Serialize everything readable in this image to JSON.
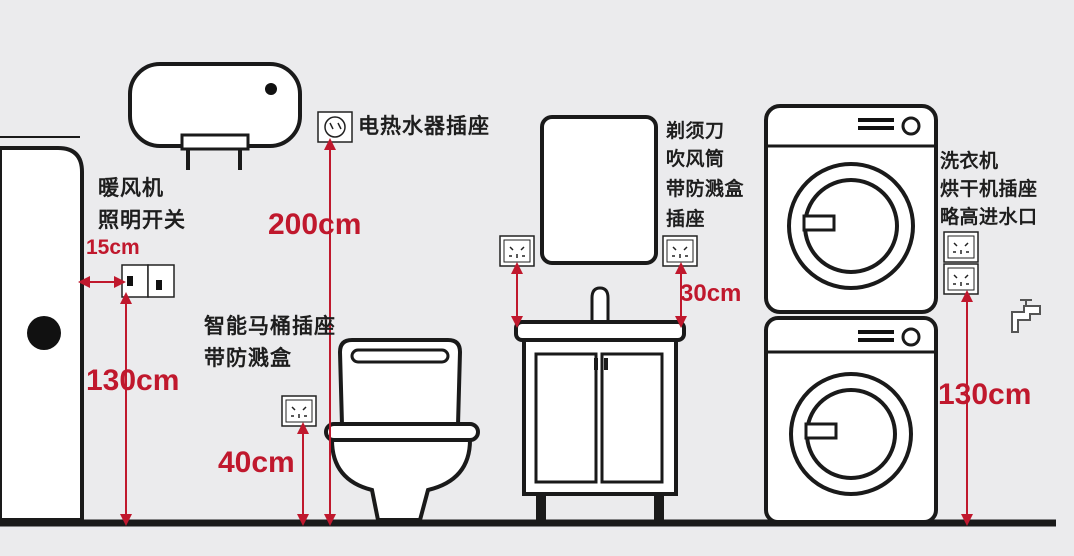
{
  "labels": {
    "water_heater_socket": "电热水器插座",
    "heater_switch_line1": "暖风机",
    "heater_switch_line2": "照明开关",
    "toilet_socket_line1": "智能马桶插座",
    "toilet_socket_line2": "带防溅盒",
    "mirror_socket_line1": "剃须刀",
    "mirror_socket_line2": "吹风筒",
    "mirror_socket_line3": "带防溅盒",
    "mirror_socket_line4": "插座",
    "washer_socket_line1": "洗衣机",
    "washer_socket_line2": "烘干机插座",
    "washer_socket_line3": "略高进水口"
  },
  "dimensions": {
    "water_heater_height": "200cm",
    "switch_offset": "15cm",
    "switch_height": "130cm",
    "toilet_socket_height": "40cm",
    "mirror_socket_height": "30cm",
    "washer_socket_height": "130cm"
  },
  "colors": {
    "dimension": "#c0182d",
    "line": "#1a1a1a",
    "background": "#ebebed"
  },
  "icons": [
    "water-heater-icon",
    "socket-icon",
    "switch-icon",
    "toilet-icon",
    "mirror-icon",
    "vanity-cabinet-icon",
    "washing-machine-icon",
    "dryer-icon",
    "faucet-icon",
    "door-icon"
  ]
}
